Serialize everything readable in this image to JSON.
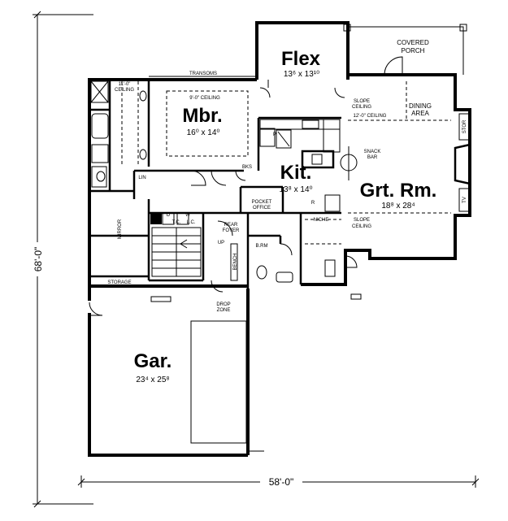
{
  "dimensions": {
    "width": "58'-0\"",
    "depth": "68'-0\""
  },
  "rooms": {
    "flex": {
      "name": "Flex",
      "size": "13⁶ x 13¹⁰"
    },
    "mbr": {
      "name": "Mbr.",
      "size": "16⁰ x 14⁰"
    },
    "kit": {
      "name": "Kit.",
      "size": "13⁸ x 14⁰"
    },
    "grt": {
      "name": "Grt. Rm.",
      "size": "18⁸ x 28⁴"
    },
    "gar": {
      "name": "Gar.",
      "size": "23⁴ x 25⁸"
    }
  },
  "labels": {
    "covered_porch_1": "COVERED",
    "covered_porch_2": "PORCH",
    "transoms": "TRANSOMS",
    "ceiling_11_1": "11'-0\"",
    "ceiling_11_2": "CEILING",
    "ceiling_9": "9'-0\" CEILING",
    "slope_ceiling_top_1": "SLOPE",
    "slope_ceiling_top_2": "CEILING",
    "ceiling_12": "12'-0\" CEILING",
    "dining_1": "DINING",
    "dining_2": "AREA",
    "stor": "STOR",
    "tv": "TV",
    "snack_1": "SNACK",
    "snack_2": "BAR",
    "pantry": "P",
    "bks": "BKS",
    "lin": "LIN",
    "pocket_1": "POCKET",
    "pocket_2": "OFFICE",
    "refrig": "R",
    "niche": "NICHE",
    "slope_ceiling_bot_1": "SLOPE",
    "slope_ceiling_bot_2": "CEILING",
    "mirror": "MIRROR",
    "dryer": "D",
    "washer": "W",
    "tc": "T.C.",
    "lc": "L.C.",
    "rear_foyer_1": "REAR",
    "rear_foyer_2": "FOYER",
    "up": "UP",
    "bench": "BENCH",
    "bath": "B.RM",
    "storage": "STORAGE",
    "drop_zone_1": "DROP",
    "drop_zone_2": "ZONE"
  }
}
